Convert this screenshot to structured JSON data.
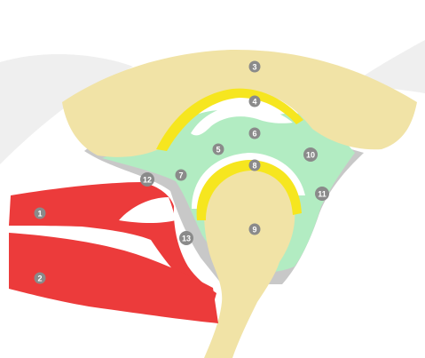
{
  "colors": {
    "bone": "#f1e3a6",
    "cartilage": "#f6e61f",
    "synovial_tissue": "#b2ecc2",
    "capsule": "#c8c8c8",
    "muscle": "#ec3b3b",
    "label_badge": "#8a8a8a",
    "watermark": "#efefef"
  },
  "labels": [
    {
      "id": "1",
      "text": "1"
    },
    {
      "id": "2",
      "text": "2"
    },
    {
      "id": "3",
      "text": "3"
    },
    {
      "id": "4",
      "text": "4"
    },
    {
      "id": "5",
      "text": "5"
    },
    {
      "id": "6",
      "text": "6"
    },
    {
      "id": "7",
      "text": "7"
    },
    {
      "id": "8",
      "text": "8"
    },
    {
      "id": "9",
      "text": "9"
    },
    {
      "id": "10",
      "text": "10"
    },
    {
      "id": "11",
      "text": "11"
    },
    {
      "id": "12",
      "text": "12"
    },
    {
      "id": "13",
      "text": "13"
    }
  ]
}
